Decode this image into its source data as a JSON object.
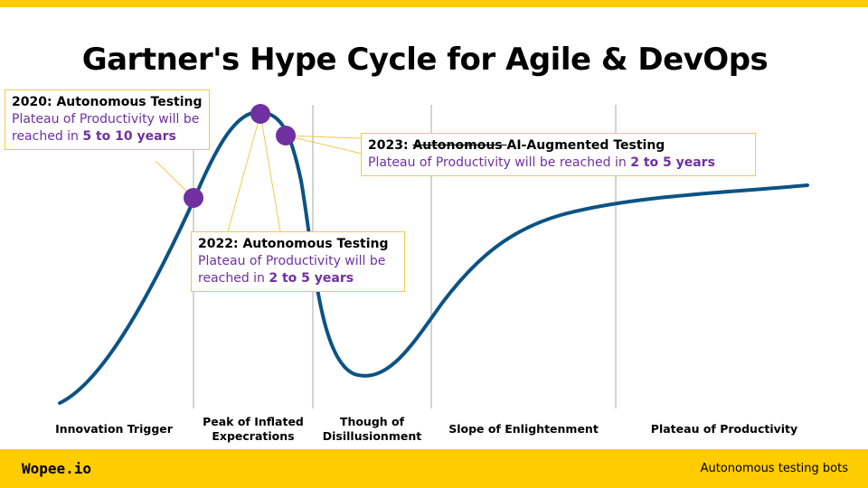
{
  "title": "Gartner's Hype Cycle for Agile & DevOps",
  "colors": {
    "accent": "#ffcc00",
    "curve": "#0b5384",
    "marker": "#7030a0",
    "callout_border": "#f2c94c",
    "divider": "#aaaaaa"
  },
  "callouts": {
    "c2020": {
      "head": "2020: Autonomous Testing",
      "body_prefix": "Plateau of Productivity will be reached in ",
      "body_highlight": "5 to 10 years"
    },
    "c2022": {
      "head": "2022: Autonomous Testing",
      "body_prefix": "Plateau of Productivity will be reached in ",
      "body_highlight": "2 to 5 years"
    },
    "c2023": {
      "head_prefix": "2023: ",
      "head_struck": "Autonomous ",
      "head_suffix": "AI-Augmented Testing",
      "body_prefix": "Plateau of Productivity will be reached in ",
      "body_highlight": "2 to 5 years"
    }
  },
  "phases": {
    "innovation": "Innovation Trigger",
    "peak": "Peak of Inflated Expecrations",
    "trough": "Though of Disillusionment",
    "slope": "Slope of Enlightenment",
    "plateau": "Plateau of Productivity"
  },
  "footer": {
    "brand": "Wopee.io",
    "tagline": "Autonomous testing bots"
  }
}
